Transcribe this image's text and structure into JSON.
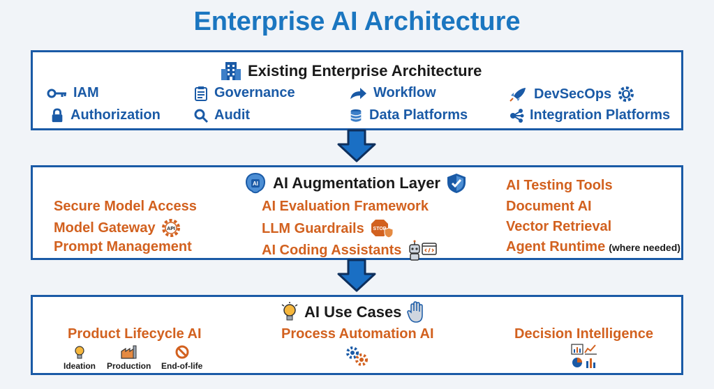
{
  "title": "Enterprise AI Architecture",
  "existing": {
    "heading": "Existing Enterprise Architecture",
    "items": [
      "IAM",
      "Governance",
      "Workflow",
      "DevSecOps",
      "Authorization",
      "Audit",
      "Data Platforms",
      "Integration Platforms"
    ]
  },
  "augmentation": {
    "heading": "AI Augmentation Layer",
    "items": [
      "Secure Model Access",
      "Model Gateway",
      "Prompt Management",
      "AI Evaluation Framework",
      "LLM Guardrails",
      "AI Coding Assistants",
      "AI Testing Tools",
      "Document AI",
      "Vector Retrieval",
      "Agent Runtime"
    ],
    "note": "(where needed)",
    "api_label": "API",
    "stop_label": "STOP"
  },
  "use_cases": {
    "heading": "AI Use Cases",
    "items": [
      "Product Lifecycle AI",
      "Process Automation AI",
      "Decision Intelligence"
    ],
    "stages": [
      "Ideation",
      "Production",
      "End-of-life"
    ]
  },
  "colors": {
    "title": "#1b76c0",
    "border": "#1a5aa6",
    "blue_text": "#1a5aa6",
    "orange_text": "#d2611f",
    "arrow": "#1a6fc4"
  }
}
